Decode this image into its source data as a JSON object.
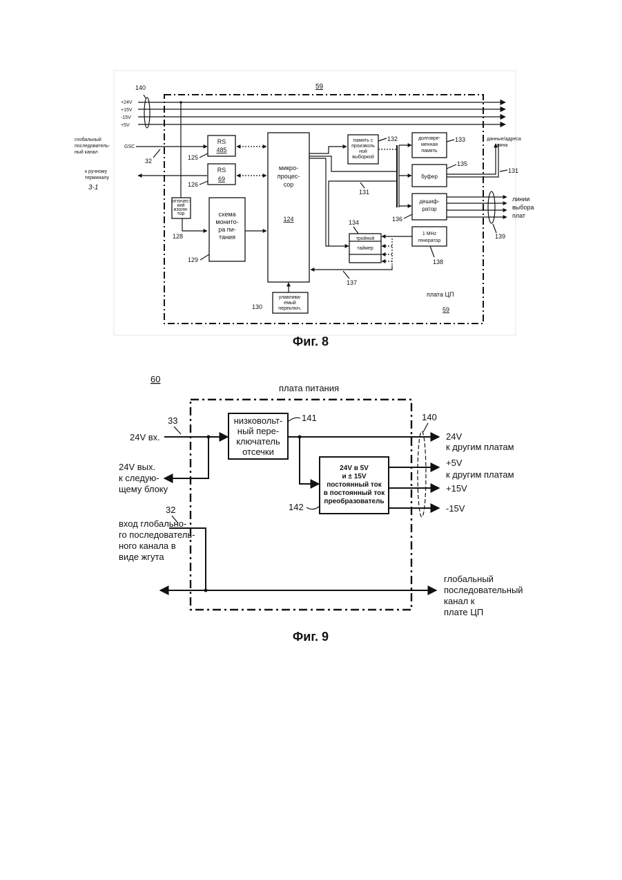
{
  "fig8": {
    "board_ref_top": "59",
    "board_ref_bottom": "59",
    "board_label": "плата ЦП",
    "bus_ref": "140",
    "rails": [
      "+24V",
      "+15V",
      "-15V",
      "+5V"
    ],
    "gsc_in_label": [
      "глобальный",
      "последователь-",
      "ный канал"
    ],
    "gsc_tag": "GSC",
    "gsc_ref": "32",
    "terminal_label": [
      "к ручному",
      "терминалу"
    ],
    "terminal_ref": "3-1",
    "rs485": {
      "line1": "RS",
      "line2": "485",
      "ref": "125"
    },
    "rs69": {
      "line1": "RS",
      "line2": "69",
      "ref": "126"
    },
    "isolator": {
      "lines": [
        "оптичес-",
        "кий",
        "изоля-",
        "тор"
      ],
      "ref": "128"
    },
    "power_monitor": {
      "lines": [
        "схема",
        "монито-",
        "ра пи-",
        "тания"
      ],
      "ref": "129"
    },
    "cpu": {
      "lines": [
        "микро-",
        "процес-",
        "сор"
      ],
      "num": "124"
    },
    "switch": {
      "lines": [
        "улавлива-",
        "емый",
        "переключ."
      ],
      "ref": "130"
    },
    "ram": {
      "lines": [
        "память с",
        "произволь",
        "ной",
        "выборкой"
      ],
      "ref": "132"
    },
    "nvram": {
      "lines": [
        "долговре-",
        "менная",
        "память"
      ],
      "ref": "133"
    },
    "buffer": {
      "label": "буфер",
      "ref": "135"
    },
    "decoder": {
      "lines": [
        "дешиф-",
        "ратор"
      ],
      "ref": "136"
    },
    "timer": {
      "top": "тройной",
      "bottom": "таймер",
      "ref": "134"
    },
    "generator": {
      "lines": [
        "1 MHz",
        "генератор"
      ],
      "ref": "138"
    },
    "data_bus_label": [
      "данные/адреса",
      "шина"
    ],
    "ref_131a": "131",
    "ref_131b": "131",
    "ref_137": "137",
    "ref_139": "139",
    "select_label": [
      "линии",
      "выбора",
      "плат"
    ],
    "caption": "Фиг. 8"
  },
  "fig9": {
    "fig_ref": "60",
    "board_label": "плата питания",
    "ref_33": "33",
    "in24": "24V вх.",
    "out24": [
      "24V вых.",
      "к следую-",
      "щему блоку"
    ],
    "ref_32": "32",
    "harness": [
      "вход глобально-",
      "го последователь-",
      "ного канала в",
      "виде жгута"
    ],
    "switch": {
      "lines": [
        "низковольт-",
        "ный пере-",
        "ключатель",
        "отсечки"
      ],
      "ref": "141"
    },
    "converter": {
      "lines": [
        "24V в 5V",
        "и ± 15V",
        "постоянный ток",
        "в постоянный ток",
        "преобразователь"
      ],
      "ref": "142"
    },
    "ref_140": "140",
    "out_24v": [
      "24V",
      "к другим платам"
    ],
    "out_5v": [
      "+5V",
      "к другим платам"
    ],
    "out_15v": "+15V",
    "out_m15v": "-15V",
    "gsc_out": [
      "глобальный",
      "последовательный",
      "канал к",
      "плате ЦП"
    ],
    "caption": "Фиг. 9"
  }
}
